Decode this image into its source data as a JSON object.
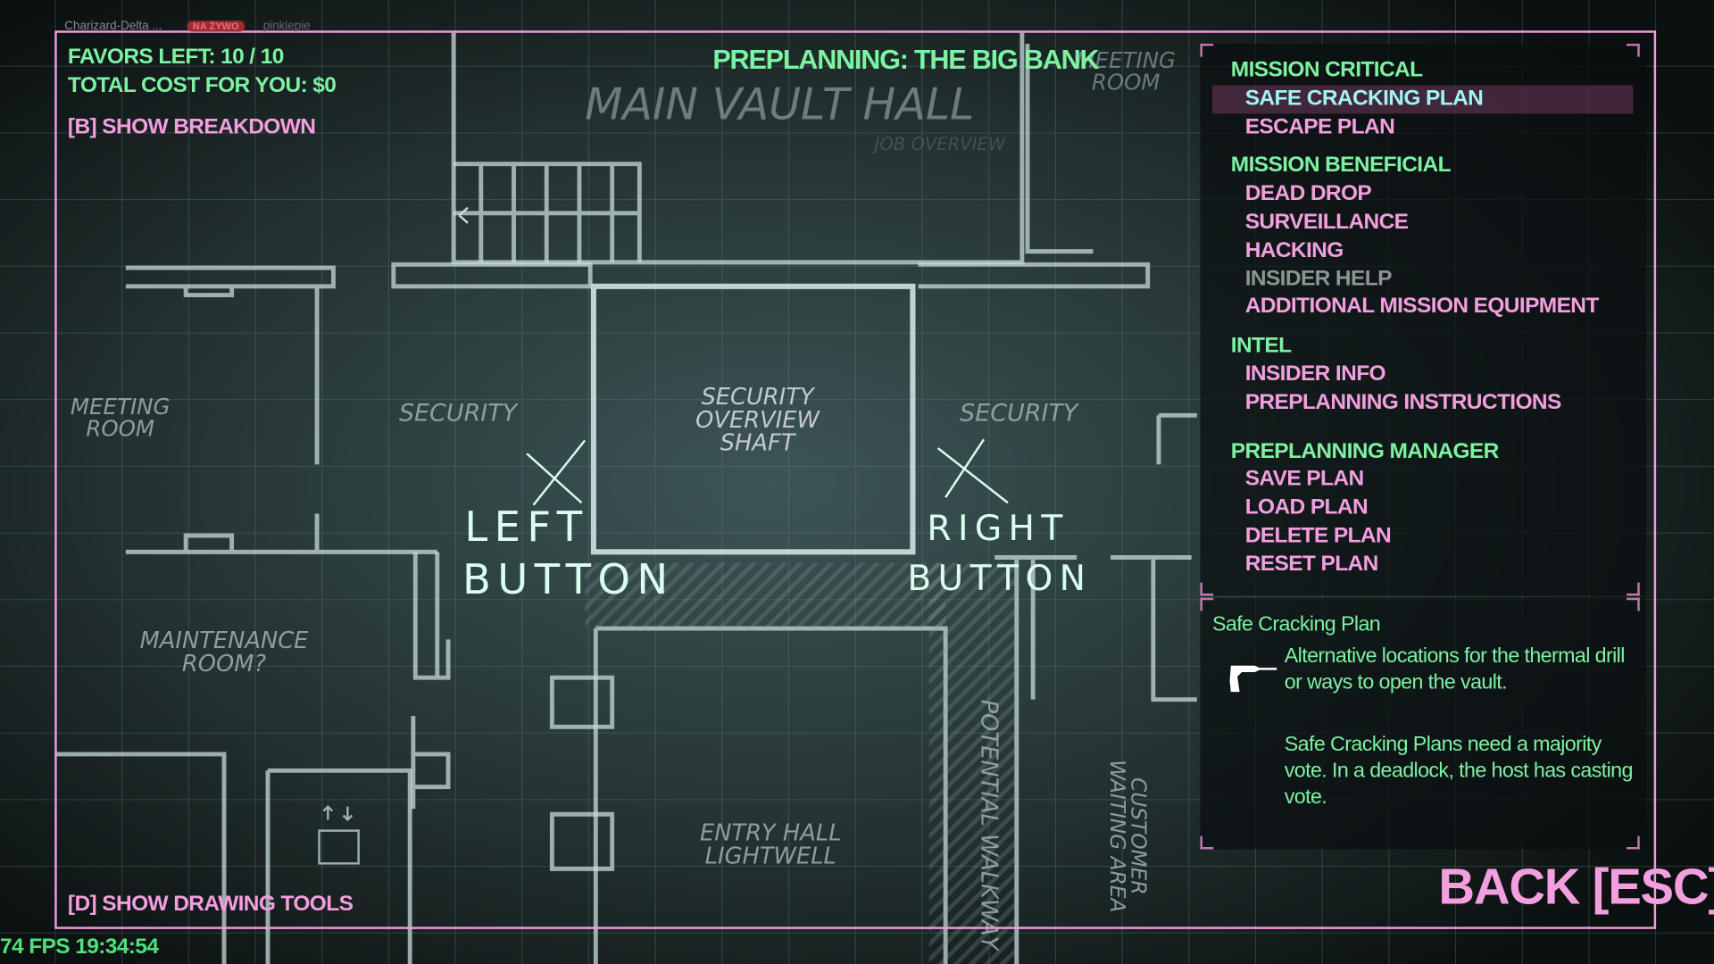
{
  "stream_overlay": {
    "streamer": "Charizard-Delta ...",
    "live_badge": "NA ŻYWO",
    "viewer": "pinkiepie"
  },
  "header": {
    "title": "PREPLANNING: THE BIG BANK",
    "favors": "FAVORS LEFT: 10 / 10",
    "total_cost": "TOTAL COST FOR YOU: $0",
    "breakdown": "[B] SHOW BREAKDOWN"
  },
  "map": {
    "labels": {
      "main_vault_hall": "MAIN VAULT HALL",
      "meeting_room_left": "MEETING ROOM",
      "meeting_room_right": "MEETING ROOM",
      "security_left": "SECURITY",
      "security_right": "SECURITY",
      "shaft": "SECURITY OVERVIEW SHAFT",
      "maintenance": "MAINTENANCE ROOM?",
      "entry_hall": "ENTRY HALL LIGHTWELL",
      "walkway": "POTENTIAL WALKWAY",
      "customer": "CUSTOMER WAITING AREA",
      "job_overview": "JOB OVERVIEW"
    },
    "annotations": {
      "left_1": "LEFT",
      "left_2": "BUTTON",
      "right_1": "RIGHT",
      "right_2": "BUTTON"
    }
  },
  "menu": {
    "sections": [
      {
        "title": "MISSION CRITICAL",
        "items": [
          "SAFE CRACKING PLAN",
          "ESCAPE PLAN"
        ]
      },
      {
        "title": "MISSION BENEFICIAL",
        "items": [
          "DEAD DROP",
          "SURVEILLANCE",
          "HACKING",
          "INSIDER HELP",
          "ADDITIONAL MISSION EQUIPMENT"
        ]
      },
      {
        "title": "INTEL",
        "items": [
          "INSIDER INFO",
          "PREPLANNING INSTRUCTIONS"
        ]
      },
      {
        "title": "PREPLANNING MANAGER",
        "items": [
          "SAVE PLAN",
          "LOAD PLAN",
          "DELETE PLAN",
          "RESET PLAN"
        ]
      }
    ],
    "selected": "SAFE CRACKING PLAN",
    "disabled": "INSIDER HELP"
  },
  "detail": {
    "title": "Safe Cracking Plan",
    "icon": "drill-icon",
    "text1": "Alternative locations for the thermal drill or ways to open the vault.",
    "text2": "Safe Cracking Plans need a majority vote. In a deadlock, the host has casting vote."
  },
  "footer": {
    "drawing_tools": "[D] SHOW DRAWING TOOLS",
    "back": "BACK [ESC]",
    "fps": "74 FPS 19:34:54"
  },
  "colors": {
    "green": "#7cf2a2",
    "pink": "#f49ee0",
    "selected": "#9ff5f5"
  }
}
